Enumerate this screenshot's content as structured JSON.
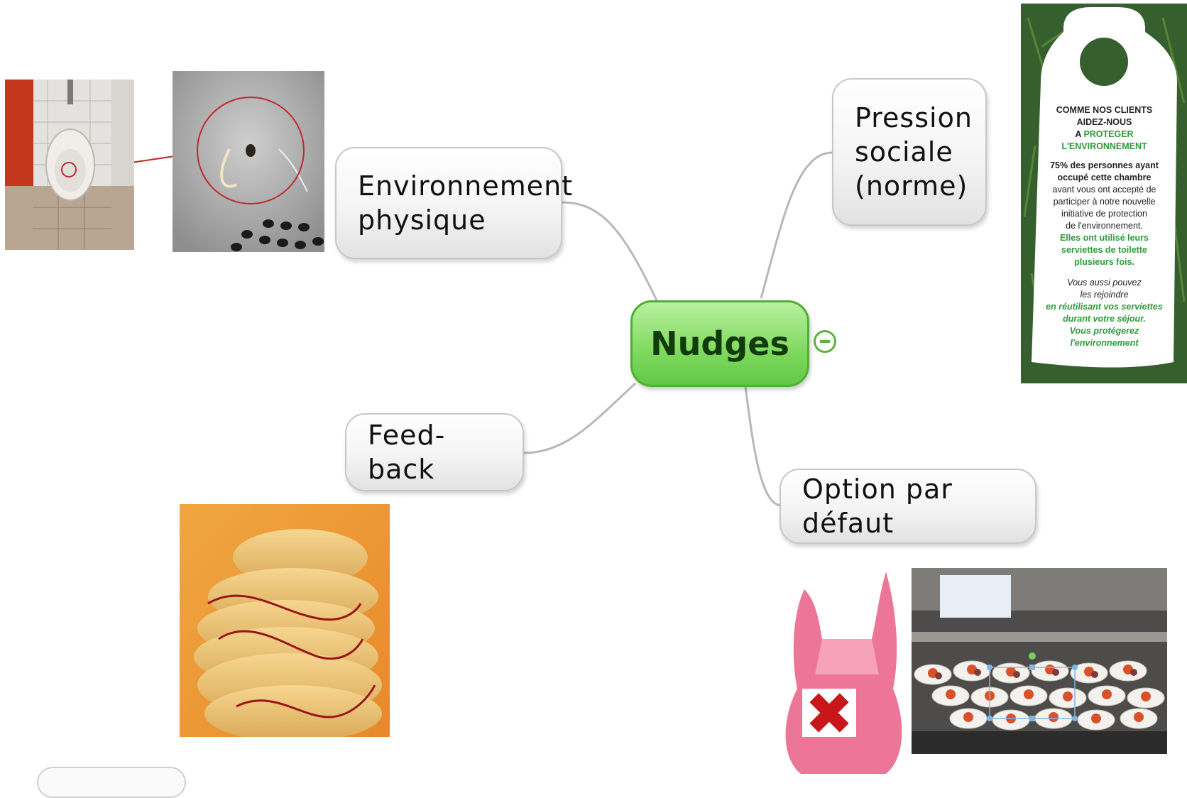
{
  "central_topic": {
    "label": "Nudges"
  },
  "topics": [
    {
      "id": "environnement",
      "label": "Environnement\nphysique"
    },
    {
      "id": "pression",
      "label": "Pression\nsociale\n(norme)"
    },
    {
      "id": "feedback",
      "label": "Feed-back"
    },
    {
      "id": "defaut",
      "label": "Option par défaut"
    }
  ],
  "hanger": {
    "heading_1": "COMME NOS CLIENTS",
    "heading_2": "AIDEZ-NOUS",
    "heading_3_prefix": "A ",
    "heading_3_green": "PROTEGER",
    "heading_4_green": "L'ENVIRONNEMENT",
    "stat_bold": "75% des personnes ayant",
    "stat_bold_2": "occupé cette chambre",
    "stat_1": "avant vous ont accepté de",
    "stat_2": "participer à notre nouvelle",
    "stat_3": "initiative de protection",
    "stat_4": "de l'environnement.",
    "green_1": "Elles ont utilisé leurs",
    "green_2": "serviettes de toilette",
    "green_3": "plusieurs fois.",
    "italic_1": "Vous aussi pouvez",
    "italic_2": "les rejoindre",
    "green_italic_1": "en réutilisant vos serviettes",
    "green_italic_2": "durant votre séjour.",
    "green_italic_3": "Vous protégerez",
    "green_italic_4": "l'environnement"
  },
  "colors": {
    "central_fill": "#7fd95e",
    "central_border": "#4fae35",
    "accent_green": "#2e9a3c",
    "connector": "#b8b8b8"
  }
}
